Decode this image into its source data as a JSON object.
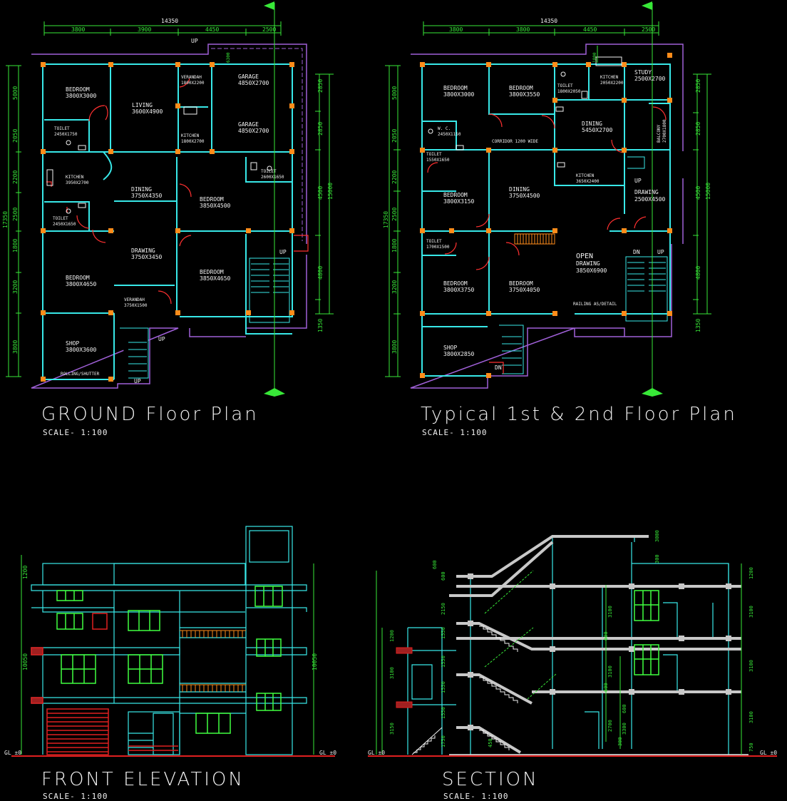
{
  "ground": {
    "title": "GROUND Floor Plan",
    "scale": "SCALE- 1:100",
    "dims_top": [
      "14350",
      "3800",
      "3900",
      "4450",
      "2500"
    ],
    "dims_left": [
      "17350",
      "5000",
      "2050",
      "2200",
      "2500",
      "1800",
      "3200",
      "3800"
    ],
    "dims_right": [
      "15000",
      "2850",
      "2850",
      "4500",
      "4800",
      "1350"
    ],
    "rooms": [
      {
        "name": "BEDROOM",
        "size": "3800X3000"
      },
      {
        "name": "LIVING",
        "size": "3600X4900"
      },
      {
        "name": "VERANDAH",
        "size": "1800X2200"
      },
      {
        "name": "GARAGE",
        "size": "4850X2700"
      },
      {
        "name": "GARAGE",
        "size": "4850X2700"
      },
      {
        "name": "TOILET",
        "size": "2450X1750"
      },
      {
        "name": "KITCHEN",
        "size": "1800X2700"
      },
      {
        "name": "KITCHEN",
        "size": "3950X2700"
      },
      {
        "name": "DINING",
        "size": "3750X4350"
      },
      {
        "name": "BEDROOM",
        "size": "3850X4500"
      },
      {
        "name": "TOILET",
        "size": "2600X1650"
      },
      {
        "name": "TOILET",
        "size": "2450X1650"
      },
      {
        "name": "DRAWING",
        "size": "3750X3450"
      },
      {
        "name": "BEDROOM",
        "size": "3800X4650"
      },
      {
        "name": "BEDROOM",
        "size": "3850X4650"
      },
      {
        "name": "VERANDAH",
        "size": "3750X1500"
      },
      {
        "name": "SHOP",
        "size": "3800X3600"
      }
    ],
    "labels": [
      "UP",
      "UP",
      "UP",
      "UP",
      "ROLLING/SHUTTER",
      "6300"
    ]
  },
  "typical": {
    "title": "Typical 1st & 2nd Floor Plan",
    "scale": "SCALE- 1:100",
    "dims_top": [
      "14350",
      "3800",
      "3800",
      "4450",
      "2500"
    ],
    "dims_left": [
      "17350",
      "5000",
      "2050",
      "2200",
      "2500",
      "1800",
      "3200",
      "3800"
    ],
    "dims_right": [
      "15000",
      "2850",
      "2850",
      "4500",
      "4800",
      "1350"
    ],
    "rooms": [
      {
        "name": "BEDROOM",
        "size": "3800X3000"
      },
      {
        "name": "BEDROOM",
        "size": "3800X3550"
      },
      {
        "name": "TOILET",
        "size": "1800X2050"
      },
      {
        "name": "KITCHEN",
        "size": "2050X2200"
      },
      {
        "name": "STUDY",
        "size": "2500X2700"
      },
      {
        "name": "W. C.",
        "size": "2450X1150"
      },
      {
        "name": "DINING",
        "size": "5450X2700"
      },
      {
        "name": "BALCONY",
        "size": "2700X1800"
      },
      {
        "name": "TOILET",
        "size": "1550X1650"
      },
      {
        "name": "BEDROOM",
        "size": "3800X3150"
      },
      {
        "name": "DINING",
        "size": "3750X4500"
      },
      {
        "name": "KITCHEN",
        "size": "3650X2400"
      },
      {
        "name": "DRAWING",
        "size": "2500X4500"
      },
      {
        "name": "TOILET",
        "size": "1700X1500"
      },
      {
        "name": "OPEN",
        "size": "DRAWING"
      },
      {
        "name": "BEDROOM",
        "size": "3800X3750"
      },
      {
        "name": "BEDROOM",
        "size": "3750X4050"
      },
      {
        "name": "SHOP",
        "size": "3800X2850"
      }
    ],
    "labels": [
      "CORRIDOR 1200 WIDE",
      "RAILING AS/DETAIL",
      "UP",
      "DN",
      "UP",
      "DN",
      "1800",
      "3850X6900"
    ]
  },
  "elevation": {
    "title": "FRONT ELEVATION",
    "scale": "SCALE- 1:100",
    "dims": [
      "1200",
      "10050",
      "10050"
    ],
    "gl": [
      "GL ±0",
      "GL ±0"
    ]
  },
  "section": {
    "title": "SECTION",
    "scale": "SCALE- 1:100",
    "dims_left": [
      "600",
      "600",
      "2150",
      "1550",
      "1200",
      "1550",
      "3100",
      "1550",
      "1550",
      "3150",
      "1750",
      "450"
    ],
    "dims_mid": [
      "600",
      "3100",
      "600",
      "3100",
      "2700",
      "600",
      "3300",
      "300",
      "3000",
      "300"
    ],
    "dims_right": [
      "1200",
      "3100",
      "3100",
      "3100",
      "750"
    ],
    "gl": [
      "GL ±0",
      "GL ±0"
    ]
  },
  "colors": {
    "background": "#000000",
    "wall": "#38e8e8",
    "column": "#ff8c1a",
    "dimension": "#38e838",
    "outline": "#a060d8",
    "door": "#ff3030",
    "text": "#f2f2f2",
    "window": "#40ff40",
    "shutter": "#e02020",
    "slab": "#c8c8c8"
  }
}
